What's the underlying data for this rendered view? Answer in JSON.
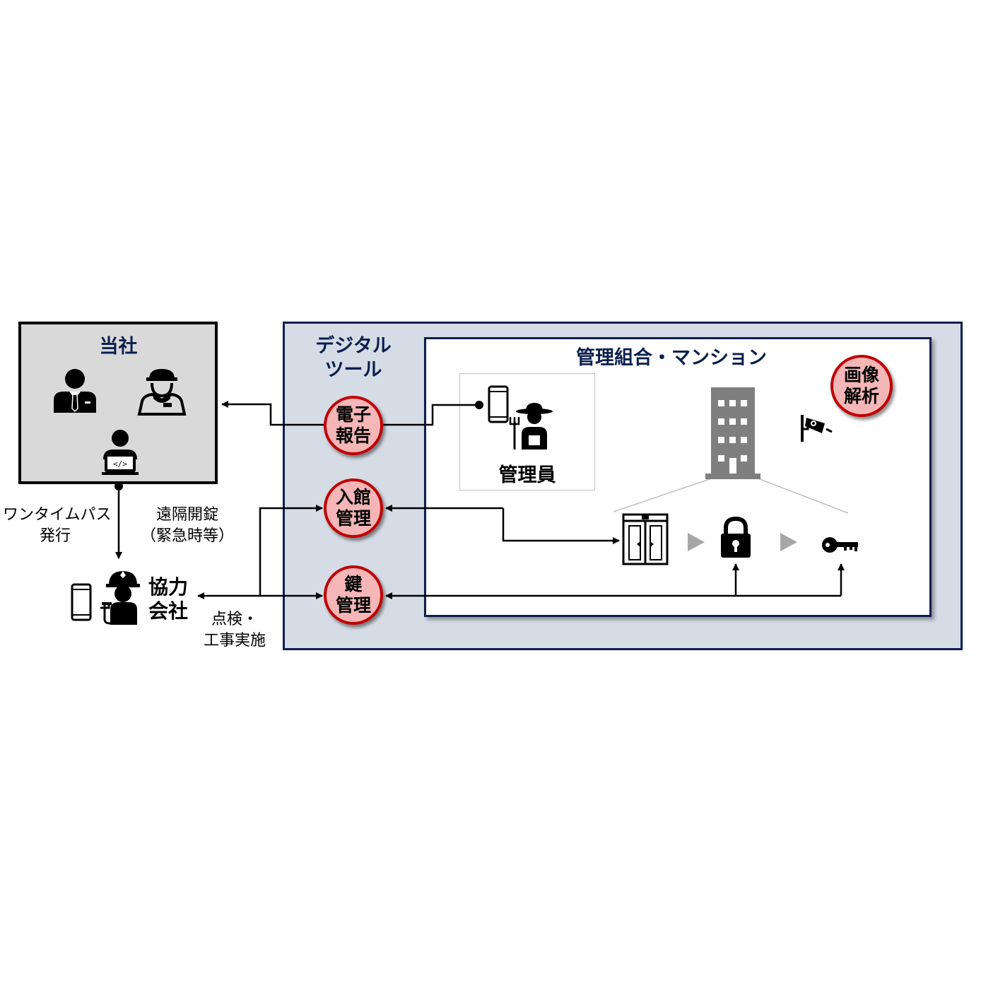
{
  "company": {
    "title": "当社"
  },
  "digital_tools": {
    "title_line1": "デジタル",
    "title_line2": "ツール"
  },
  "mansion": {
    "title": "管理組合・マンション"
  },
  "manager": {
    "label": "管理員"
  },
  "partner": {
    "label_line1": "協力",
    "label_line2": "会社"
  },
  "tools": [
    {
      "line1": "電子",
      "line2": "報告"
    },
    {
      "line1": "入館",
      "line2": "管理"
    },
    {
      "line1": "鍵",
      "line2": "管理"
    }
  ],
  "image_analysis": {
    "line1": "画像",
    "line2": "解析"
  },
  "notes": {
    "one_time_pass_line1": "ワンタイムパス",
    "one_time_pass_line2": "発行",
    "remote_unlock_line1": "遠隔開錠",
    "remote_unlock_line2": "（緊急時等）",
    "inspection_line1": "点検・",
    "inspection_line2": "工事実施"
  },
  "icons": {
    "company": [
      "businessman-icon",
      "staff-with-cap-icon",
      "engineer-laptop-icon"
    ],
    "manager": [
      "smartphone-icon",
      "farmer-with-pitchfork-icon"
    ],
    "partner": [
      "smartphone-icon",
      "construction-worker-icon"
    ],
    "mansion": [
      "building-icon",
      "security-camera-icon",
      "automatic-door-icon",
      "padlock-icon",
      "key-icon"
    ]
  },
  "colors": {
    "navy": "#0b1f4e",
    "panel": "#d6dce5",
    "badge_fill": "#f4b6b6",
    "badge_border": "#c00000",
    "gray_box": "#d9d9d9"
  }
}
